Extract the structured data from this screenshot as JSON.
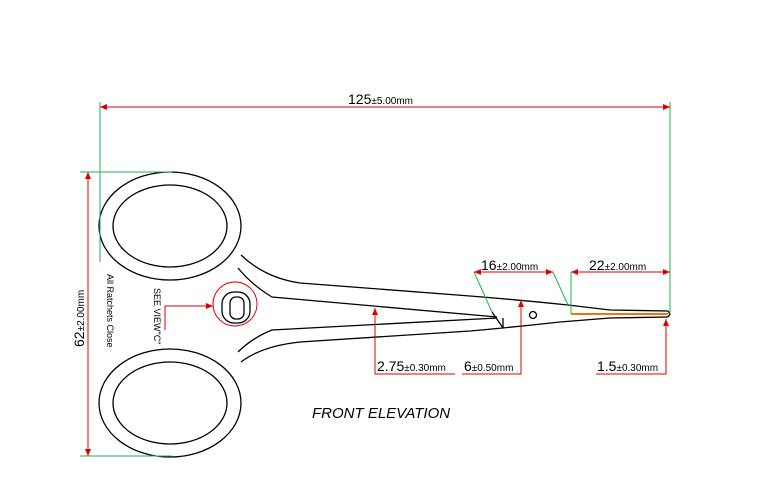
{
  "view_title": "FRONT ELEVATION",
  "side_notes": {
    "ratchets": "All Ratchets Close",
    "see_view": "SEE VIEW\"C\""
  },
  "dimensions": {
    "overall_length": {
      "value": "125",
      "tol": "±5.00mm"
    },
    "overall_height": {
      "value": "62",
      "tol": "±2.00mm"
    },
    "jaw_length_16": {
      "value": "16",
      "tol": "±2.00mm"
    },
    "tip_length_22": {
      "value": "22",
      "tol": "±2.00mm"
    },
    "shank_275": {
      "value": "2.75",
      "tol": "±0.30mm"
    },
    "jaw_height_6": {
      "value": "6",
      "tol": "±0.50mm"
    },
    "tip_15": {
      "value": "1.5",
      "tol": "±0.30mm"
    }
  },
  "colors": {
    "dimension_line": "#e00000",
    "extension_line": "#22b14c",
    "tip_highlight": "#f07800",
    "outline": "#000000"
  }
}
